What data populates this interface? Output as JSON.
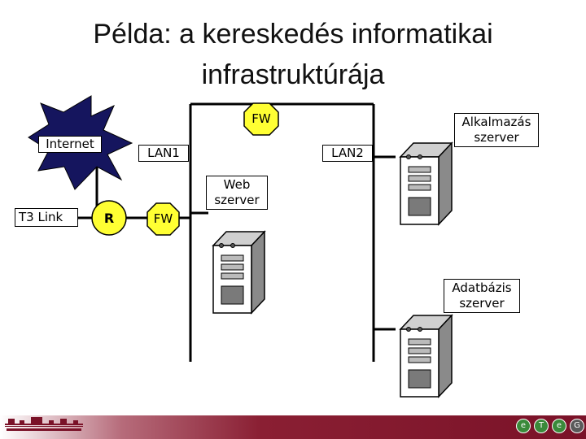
{
  "title": {
    "line1": "Példa: a kereskedés informatikai",
    "line2": "infrastruktúrája"
  },
  "nodes": {
    "internet": "Internet",
    "t3_link": "T3 Link",
    "router": "R",
    "firewall_outer": "FW",
    "firewall_inner": "FW",
    "lan1": "LAN1",
    "lan2": "LAN2",
    "web_server": [
      "Web",
      "szerver"
    ],
    "app_server": [
      "Alkalmazás",
      "szerver"
    ],
    "db_server": [
      "Adatbázis",
      "szerver"
    ]
  },
  "colors": {
    "internet_fill": "#15155e",
    "firewall_fill": "#ffff33",
    "footer": "#7a1228"
  },
  "footer_icons": [
    "logo-mark-icon",
    "e-icon",
    "t-icon",
    "e-icon",
    "g-icon"
  ]
}
